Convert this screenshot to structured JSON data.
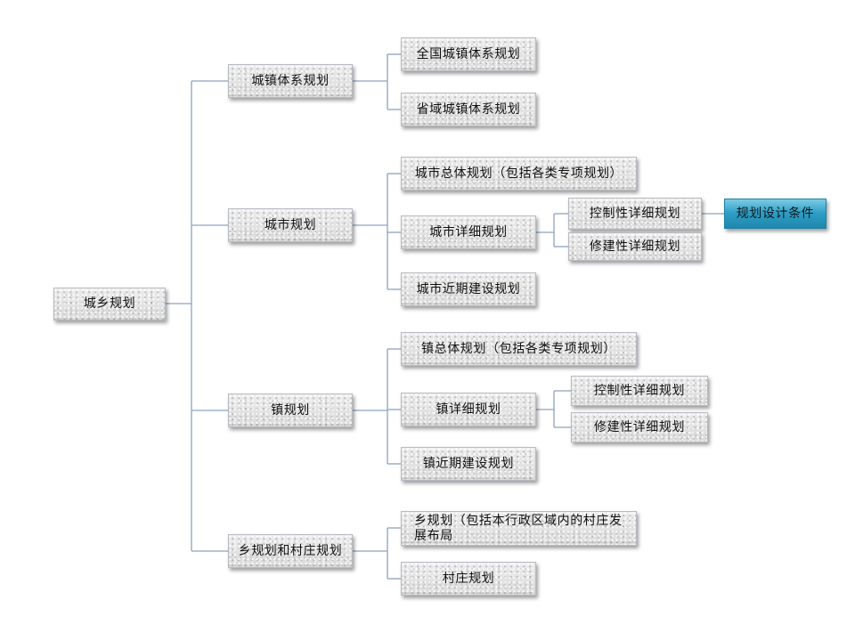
{
  "tree": {
    "label": "城乡规划",
    "children": [
      {
        "label": "城镇体系规划",
        "children": [
          {
            "label": "全国城镇体系规划"
          },
          {
            "label": "省域城镇体系规划"
          }
        ]
      },
      {
        "label": "城市规划",
        "children": [
          {
            "label": "城市总体规划（包括各类专项规划）"
          },
          {
            "label": "城市详细规划",
            "children": [
              {
                "label": "控制性详细规划",
                "children": [
                  {
                    "label": "规划设计条件"
                  }
                ]
              },
              {
                "label": "修建性详细规划"
              }
            ]
          },
          {
            "label": "城市近期建设规划"
          }
        ]
      },
      {
        "label": "镇规划",
        "children": [
          {
            "label": "镇总体规划（包括各类专项规划）"
          },
          {
            "label": "镇详细规划",
            "children": [
              {
                "label": "控制性详细规划"
              },
              {
                "label": "修建性详细规划"
              }
            ]
          },
          {
            "label": "镇近期建设规划"
          }
        ]
      },
      {
        "label": "乡规划和村庄规划",
        "children": [
          {
            "label": "乡规划（包括本行政区域内的村庄发展布局"
          },
          {
            "label": "村庄规划"
          }
        ]
      }
    ]
  },
  "colors": {
    "connector": "#8ea2bf",
    "node_fill": "#e2e2e2",
    "highlight_fill": "#2e9dc4",
    "text": "#111111"
  }
}
